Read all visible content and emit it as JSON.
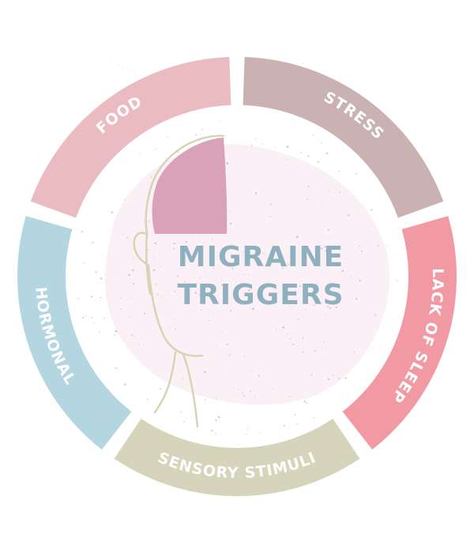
{
  "title": {
    "line1": "MIGRAINE",
    "line2": "TRIGGERS"
  },
  "segments": [
    {
      "label": "FOOD",
      "color": "#ebbbc2"
    },
    {
      "label": "STRESS",
      "color": "#cab1b2"
    },
    {
      "label": "LACK OF SLEEP",
      "color": "#f29aa3"
    },
    {
      "label": "SENSORY STIMULI",
      "color": "#d6d4ba"
    },
    {
      "label": "HORMONAL",
      "color": "#b3d6e0"
    }
  ],
  "colors": {
    "title": "#8fb1bf",
    "center_tint": "#fbeef4",
    "brain": "#d9a2b8",
    "head_outline": "#d8d3b4",
    "dots": "#c99aa3"
  }
}
